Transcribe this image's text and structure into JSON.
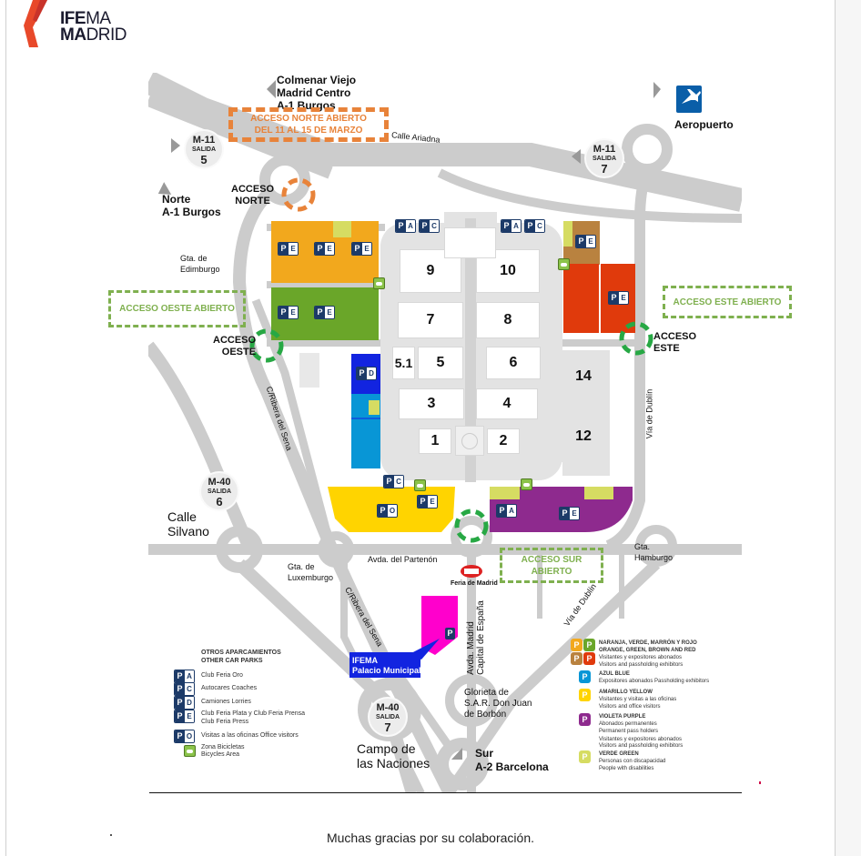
{
  "logo": {
    "line1_bold": "IFE",
    "line1_rest": "MA",
    "line2_bold": "MA",
    "line2_rest": "DRID",
    "brand_color": "#e8492a"
  },
  "map": {
    "destinations": {
      "north": [
        "Colmenar Viejo",
        "Madrid Centro",
        "A-1 Burgos"
      ],
      "airport": "Aeropuerto",
      "north_west": [
        "Norte",
        "A-1 Burgos"
      ],
      "calle_silvano": [
        "Calle",
        "Silvano"
      ],
      "campo_naciones": [
        "Campo de",
        "las Naciones"
      ],
      "sur": [
        "Sur",
        "A-2 Barcelona"
      ]
    },
    "exits": [
      {
        "road": "M-11",
        "salida": "SALIDA",
        "num": "5"
      },
      {
        "road": "M-11",
        "salida": "SALIDA",
        "num": "7"
      },
      {
        "road": "M-40",
        "salida": "SALIDA",
        "num": "6"
      },
      {
        "road": "M-40",
        "salida": "SALIDA",
        "num": "7"
      }
    ],
    "streets": {
      "ariadna": "Calle Ariadna",
      "edimburgo": [
        "Gta. de",
        "Edimburgo"
      ],
      "ribera_sena": "C/Ribera del Sena",
      "via_dublin": "Vía de Dublín",
      "luxemburgo": [
        "Gta. de",
        "Luxemburgo"
      ],
      "partenon": "Avda. del Partenón",
      "hamburgo": [
        "Gta.",
        "Hamburgo"
      ],
      "madrid_capital": [
        "Avda. Madrid",
        "Capital de España"
      ],
      "glorieta": [
        "Glorieta de",
        "S.A.R. Don Juan",
        "de Borbón"
      ],
      "metro": "Feria de Madrid"
    },
    "access": {
      "norte_notice": [
        "ACCESO NORTE ABIERTO",
        "DEL 11 AL 15 DE MARZO"
      ],
      "norte_label": [
        "ACCESO",
        "NORTE"
      ],
      "oeste_notice": "ACCESO OESTE ABIERTO",
      "oeste_label": [
        "ACCESO",
        "OESTE"
      ],
      "este_notice": "ACCESO ESTE ABIERTO",
      "este_label": [
        "ACCESO",
        "ESTE"
      ],
      "sur_notice": [
        "ACCESO SUR",
        "ABIERTO"
      ]
    },
    "halls": [
      "9",
      "10",
      "7",
      "8",
      "5.1",
      "5",
      "6",
      "14",
      "3",
      "4",
      "12",
      "1",
      "2"
    ],
    "palacio": [
      "IFEMA",
      "Palacio Municipal"
    ],
    "colors": {
      "road": "#cccccc",
      "orange": "#f2a81d",
      "green": "#6aa629",
      "brown": "#b9823f",
      "red": "#e03a0c",
      "blue_dark": "#1224e0",
      "blue": "#0896d6",
      "yellow": "#ffd400",
      "purple": "#8e2a8e",
      "light_green": "#d6dc62",
      "pink": "#ff00cc",
      "access_green": "#27a844",
      "access_orange": "#e8833a"
    }
  },
  "legend_other": {
    "title": [
      "OTROS APARCAMIENTOS",
      "OTHER CAR PARKS"
    ],
    "items": [
      {
        "code": "A",
        "text": "Club Feria Oro"
      },
      {
        "code": "C",
        "text": "Autocares  Coaches"
      },
      {
        "code": "D",
        "text": "Camiones  Lorries"
      },
      {
        "code": "E",
        "text": "Club Feria Plata y Club Feria Prensa",
        "text2": "Club Feria Press"
      },
      {
        "code": "O",
        "text": "Visitas a las oficinas  Office visitors"
      }
    ],
    "bike": [
      "Zona Bicicletas",
      "Bicycles Area"
    ]
  },
  "legend_colors": [
    {
      "title": "NARANJA, VERDE, MARRÓN Y ROJO",
      "title2": "ORANGE, GREEN, BROWN AND RED",
      "lines": [
        "Visitantes y expositores abonados",
        "Visitors and passholding exhibitors"
      ]
    },
    {
      "title": "AZUL  BLUE",
      "lines": [
        "Expositores abonados  Passholding exhibitors"
      ]
    },
    {
      "title": "AMARILLO  YELLOW",
      "lines": [
        "Visitantes y visitas a las oficinas",
        "Visitors and office visitors"
      ]
    },
    {
      "title": "VIOLETA  PURPLE",
      "lines": [
        "Abonados permanentes",
        "Permanent pass holders",
        "Visitantes y expositores abonados",
        "Visitors and passholding exhibitors"
      ]
    },
    {
      "title": "VERDE  GREEN",
      "lines": [
        "Personas con discapacidad",
        "People with disabilities"
      ]
    }
  ],
  "footer": {
    "thanks": "Muchas gracias por su colaboración."
  }
}
